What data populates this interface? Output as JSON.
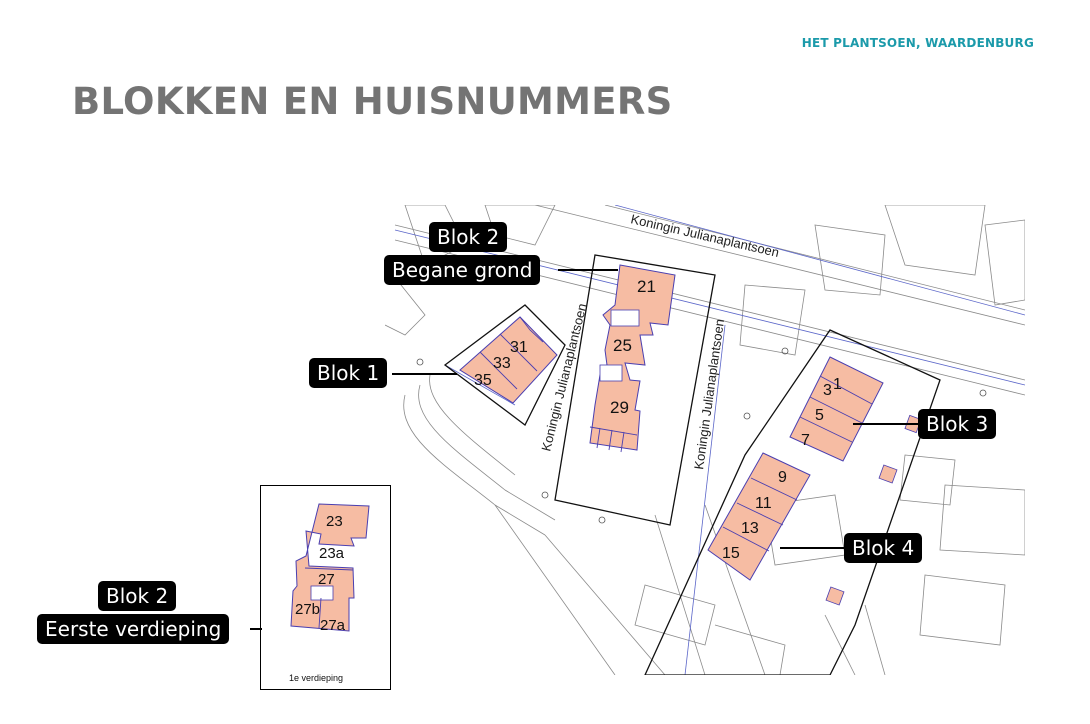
{
  "header": {
    "brand": "HET PLANTSOEN, WAARDENBURG"
  },
  "page": {
    "title": "BLOKKEN EN HUISNUMMERS"
  },
  "colors": {
    "accent": "#1b9aaa",
    "title": "#747474",
    "lot_fill": "#f6bca3",
    "lot_edge": "#4a3fb0",
    "callout_bg": "#000000"
  },
  "map": {
    "streets": [
      "Koningin Julianaplantsoen",
      "Koningin Julianaplantsoen",
      "Koningin Julianaplantsoen"
    ],
    "house_numbers": {
      "blok1": [
        "31",
        "33",
        "35"
      ],
      "blok2": [
        "21",
        "25",
        "29"
      ],
      "blok3": [
        "1",
        "3",
        "5",
        "7"
      ],
      "blok4": [
        "9",
        "11",
        "13",
        "15"
      ]
    }
  },
  "inset": {
    "house_numbers": [
      "23",
      "23a",
      "27",
      "27b",
      "27a"
    ],
    "caption": "1e verdieping"
  },
  "callouts": {
    "blok2_ground_line1": "Blok 2",
    "blok2_ground_line2": "Begane grond",
    "blok1": "Blok 1",
    "blok3": "Blok 3",
    "blok4": "Blok 4",
    "blok2_first_line1": "Blok 2",
    "blok2_first_line2": "Eerste verdieping"
  }
}
